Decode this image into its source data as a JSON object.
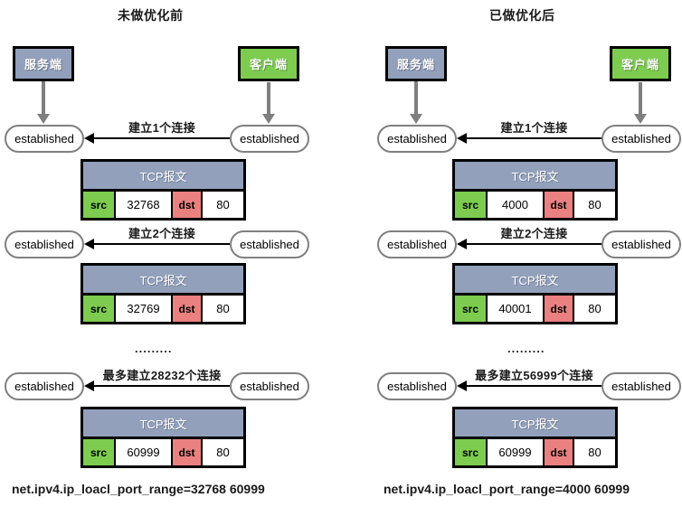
{
  "diagram": {
    "title_left": "未做优化前",
    "title_right": "已做优化后",
    "labels": {
      "server": "服务端",
      "client": "客户端",
      "established": "established",
      "tcp_packet": "TCP报文",
      "src": "src",
      "dst": "dst",
      "ellipsis": "........."
    },
    "colors": {
      "server_fill": "#92a0bb",
      "client_fill": "#7dcc4f",
      "src_fill": "#7dcc4f",
      "dst_fill": "#ea8080",
      "packet_header_fill": "#92a0bb",
      "outline": "#000000",
      "oval_outline": "#808080",
      "connector": "#7f7f7f"
    },
    "left": {
      "title": "未做优化前",
      "server_label": "服务端",
      "client_label": "客户端",
      "caption": "net.ipv4.ip_loacl_port_range=32768  60999",
      "rows": [
        {
          "arrow_label": "建立1个连接",
          "server_state": "established",
          "client_state": "established",
          "packet": {
            "title": "TCP报文",
            "src_key": "src",
            "src_value": "32768",
            "dst_key": "dst",
            "dst_value": "80"
          }
        },
        {
          "arrow_label": "建立2个连接",
          "server_state": "established",
          "client_state": "established",
          "packet": {
            "title": "TCP报文",
            "src_key": "src",
            "src_value": "32769",
            "dst_key": "dst",
            "dst_value": "80"
          }
        },
        {
          "arrow_label": "最多建立28232个连接",
          "server_state": "established",
          "client_state": "established",
          "packet": {
            "title": "TCP报文",
            "src_key": "src",
            "src_value": "60999",
            "dst_key": "dst",
            "dst_value": "80"
          }
        }
      ]
    },
    "right": {
      "title": "已做优化后",
      "server_label": "服务端",
      "client_label": "客户端",
      "caption": "net.ipv4.ip_loacl_port_range=4000  60999",
      "rows": [
        {
          "arrow_label": "建立1个连接",
          "server_state": "established",
          "client_state": "established",
          "packet": {
            "title": "TCP报文",
            "src_key": "src",
            "src_value": "4000",
            "dst_key": "dst",
            "dst_value": "80"
          }
        },
        {
          "arrow_label": "建立2个连接",
          "server_state": "established",
          "client_state": "established",
          "packet": {
            "title": "TCP报文",
            "src_key": "src",
            "src_value": "40001",
            "dst_key": "dst",
            "dst_value": "80"
          }
        },
        {
          "arrow_label": "最多建立56999个连接",
          "server_state": "established",
          "client_state": "established",
          "packet": {
            "title": "TCP报文",
            "src_key": "src",
            "src_value": "60999",
            "dst_key": "dst",
            "dst_value": "80"
          }
        }
      ]
    }
  }
}
